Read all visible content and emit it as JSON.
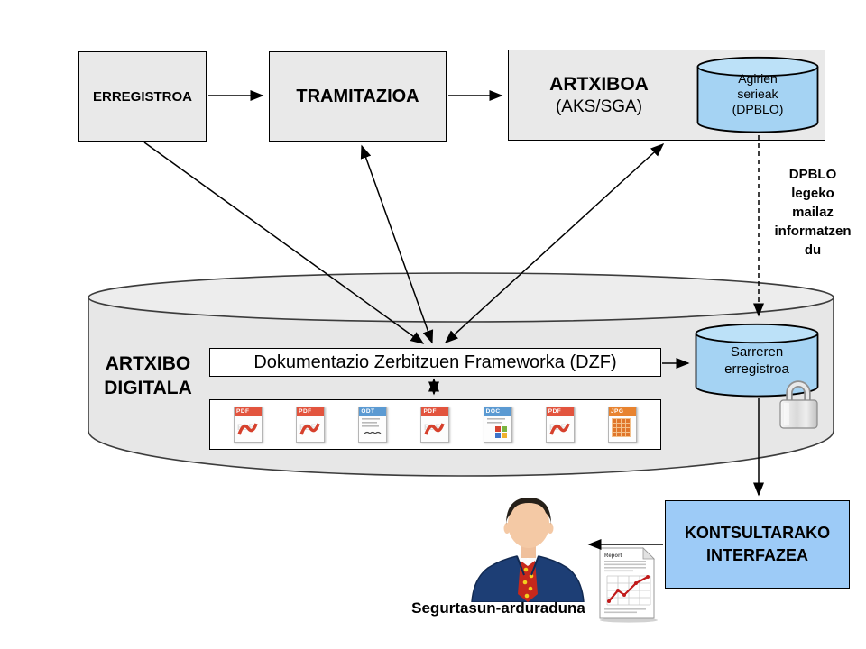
{
  "boxes": {
    "erregistroa": "ERREGISTROA",
    "tramitazioa": "TRAMITAZIOA",
    "artxiboa": {
      "title": "ARTXIBOA",
      "subtitle": "(AKS/SGA)"
    },
    "kontsultarako": {
      "line1": "KONTSULTARAKO",
      "line2": "INTERFAZEA"
    }
  },
  "cylinders": {
    "agirien": {
      "lines": [
        "Agirien",
        "serieak",
        "(DPBLO)"
      ]
    },
    "sarreren": {
      "lines": [
        "Sarreren",
        "erregistroa"
      ]
    },
    "artxibo_digitala": {
      "lines": [
        "ARTXIBO",
        "DIGITALA"
      ]
    }
  },
  "dpblo_note": {
    "lines": [
      "DPBLO",
      "legeko",
      "mailaz",
      "informatzen",
      "du"
    ]
  },
  "dzf_label": "Dokumentazio Zerbitzuen Frameworka (DZF)",
  "files": {
    "items": [
      {
        "label": "PDF",
        "type": "pdf"
      },
      {
        "label": "PDF",
        "type": "pdf"
      },
      {
        "label": "ODT",
        "type": "odt"
      },
      {
        "label": "PDF",
        "type": "pdf"
      },
      {
        "label": "DOC",
        "type": "doc"
      },
      {
        "label": "PDF",
        "type": "pdf"
      },
      {
        "label": "JPG",
        "type": "jpg"
      }
    ]
  },
  "person_label": "Segurtasun-arduraduna",
  "report": {
    "title": "Report"
  },
  "colors": {
    "box_gray": "#e9e9e9",
    "cylinder_blue": "#a5d3f3",
    "cylinder_blue_top": "#bce1f8",
    "interface_blue": "#9dcbf7",
    "pdf_red": "#e2543e",
    "odt_doc_blue": "#5b9ad2",
    "jpg_orange": "#e8832f",
    "chart_line_red": "#c11a1a",
    "outline": "#000000"
  }
}
